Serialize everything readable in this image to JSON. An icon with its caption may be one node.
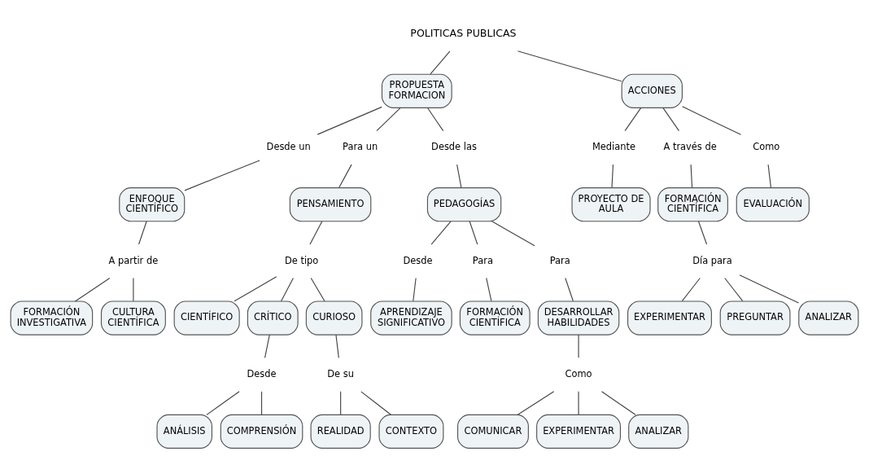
{
  "diagram": {
    "nodes": [
      {
        "text": [
          "POLITICAS PUBLICAS"
        ]
      },
      {
        "text": [
          "PROPUESTA FORMACION"
        ]
      },
      {
        "text": [
          "ACCIONES"
        ]
      },
      {
        "text": [
          "Desde un"
        ]
      },
      {
        "text": [
          "Para un"
        ]
      },
      {
        "text": [
          "Desde las"
        ]
      },
      {
        "text": [
          "Mediante"
        ]
      },
      {
        "text": [
          "A través de"
        ]
      },
      {
        "text": [
          "Como"
        ]
      },
      {
        "text": [
          "ENFOQUE CIENTÍFICO"
        ]
      },
      {
        "text": [
          "PENSAMIENTO"
        ]
      },
      {
        "text": [
          "PEDAGOGÍAS"
        ]
      },
      {
        "text": [
          "PROYECTO DE AULA"
        ]
      },
      {
        "text": [
          "FORMACIÓN CIENTÍFICA"
        ]
      },
      {
        "text": [
          "EVALUACIÓN"
        ]
      },
      {
        "text": [
          "A partir de"
        ]
      },
      {
        "text": [
          "De tipo"
        ]
      },
      {
        "text": [
          "Desde"
        ]
      },
      {
        "text": [
          "Para"
        ]
      },
      {
        "text": [
          "Para"
        ]
      },
      {
        "text": [
          "Día para"
        ]
      },
      {
        "text": [
          "FORMACIÓN INVESTIGATIVA"
        ]
      },
      {
        "text": [
          "CULTURA CIENTÍFICA"
        ]
      },
      {
        "text": [
          "CIENTÍFICO"
        ]
      },
      {
        "text": [
          "CRÍTICO"
        ]
      },
      {
        "text": [
          "CURIOSO"
        ]
      },
      {
        "text": [
          "APRENDIZAJE SIGNIFICATIVO"
        ]
      },
      {
        "text": [
          "FORMACIÓN CIENTÍFICA"
        ]
      },
      {
        "text": [
          "DESARROLLAR HABILIDADES"
        ]
      },
      {
        "text": [
          "EXPERIMENTAR"
        ]
      },
      {
        "text": [
          "PREGUNTAR"
        ]
      },
      {
        "text": [
          "ANALIZAR"
        ]
      },
      {
        "text": [
          "Desde"
        ]
      },
      {
        "text": [
          "De su"
        ]
      },
      {
        "text": [
          "Como"
        ]
      },
      {
        "text": [
          "ANÁLISIS"
        ]
      },
      {
        "text": [
          "COMPRENSIÓN"
        ]
      },
      {
        "text": [
          "REALIDAD"
        ]
      },
      {
        "text": [
          "CONTEXTO"
        ]
      },
      {
        "text": [
          "COMUNICAR"
        ]
      },
      {
        "text": [
          "EXPERIMENTAR"
        ]
      },
      {
        "text": [
          "ANALIZAR"
        ]
      }
    ],
    "edges": [
      {
        "from": 0,
        "to": 1,
        "arrow": "none"
      },
      {
        "from": 0,
        "to": 2,
        "arrow": "none"
      },
      {
        "from": 1,
        "to": 3,
        "arrow": "none"
      },
      {
        "from": 1,
        "to": 4,
        "arrow": "none"
      },
      {
        "from": 1,
        "to": 5,
        "arrow": "none"
      },
      {
        "from": 2,
        "to": 6,
        "arrow": "none"
      },
      {
        "from": 2,
        "to": 7,
        "arrow": "none"
      },
      {
        "from": 2,
        "to": 8,
        "arrow": "none"
      },
      {
        "from": 3,
        "to": 9,
        "arrow": "none"
      },
      {
        "from": 4,
        "to": 10,
        "arrow": "none"
      },
      {
        "from": 5,
        "to": 11,
        "arrow": "none"
      },
      {
        "from": 6,
        "to": 12,
        "arrow": "none"
      },
      {
        "from": 7,
        "to": 13,
        "arrow": "none"
      },
      {
        "from": 8,
        "to": 14,
        "arrow": "none"
      },
      {
        "from": 9,
        "to": 15,
        "arrow": "none"
      },
      {
        "from": 10,
        "to": 16,
        "arrow": "none"
      },
      {
        "from": 11,
        "to": 17,
        "arrow": "none"
      },
      {
        "from": 11,
        "to": 18,
        "arrow": "none"
      },
      {
        "from": 11,
        "to": 19,
        "arrow": "none"
      },
      {
        "from": 13,
        "to": 20,
        "arrow": "none"
      },
      {
        "from": 15,
        "to": 21,
        "arrow": "none"
      },
      {
        "from": 15,
        "to": 22,
        "arrow": "none"
      },
      {
        "from": 16,
        "to": 23,
        "arrow": "none"
      },
      {
        "from": 16,
        "to": 24,
        "arrow": "none"
      },
      {
        "from": 16,
        "to": 25,
        "arrow": "none"
      },
      {
        "from": 17,
        "to": 26,
        "arrow": "none"
      },
      {
        "from": 18,
        "to": 27,
        "arrow": "none"
      },
      {
        "from": 19,
        "to": 28,
        "arrow": "none"
      },
      {
        "from": 20,
        "to": 29,
        "arrow": "none"
      },
      {
        "from": 20,
        "to": 30,
        "arrow": "none"
      },
      {
        "from": 20,
        "to": 31,
        "arrow": "none"
      },
      {
        "from": 24,
        "to": 32,
        "arrow": "none"
      },
      {
        "from": 25,
        "to": 33,
        "arrow": "none"
      },
      {
        "from": 28,
        "to": 34,
        "arrow": "none"
      },
      {
        "from": 32,
        "to": 35,
        "arrow": "none"
      },
      {
        "from": 32,
        "to": 36,
        "arrow": "none"
      },
      {
        "from": 33,
        "to": 37,
        "arrow": "none"
      },
      {
        "from": 33,
        "to": 38,
        "arrow": "none"
      },
      {
        "from": 34,
        "to": 39,
        "arrow": "none"
      },
      {
        "from": 34,
        "to": 40,
        "arrow": "none"
      },
      {
        "from": 34,
        "to": 41,
        "arrow": "none"
      }
    ]
  }
}
